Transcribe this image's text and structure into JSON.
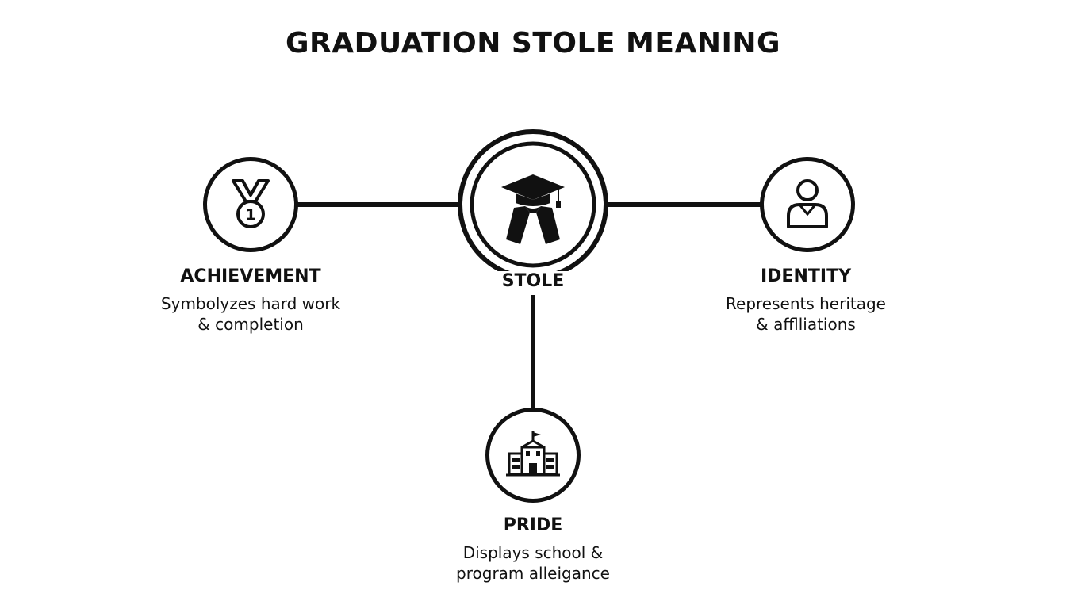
{
  "title": "GRADUATION STOLE MEANING",
  "center": {
    "label": "STOLE",
    "icon": "graduation-cap-stole-icon"
  },
  "nodes": {
    "achievement": {
      "heading": "ACHIEVEMENT",
      "description": "Symbolyzes hard work\n& completion",
      "icon": "medal-icon",
      "medal_number": "1"
    },
    "identity": {
      "heading": "IDENTITY",
      "description": "Represents heritage\n& afflliations",
      "icon": "person-icon"
    },
    "pride": {
      "heading": "PRIDE",
      "description": "Displays school &\nprogram alleigance",
      "icon": "school-building-icon"
    }
  },
  "colors": {
    "line": "#111111",
    "background": "#ffffff"
  }
}
